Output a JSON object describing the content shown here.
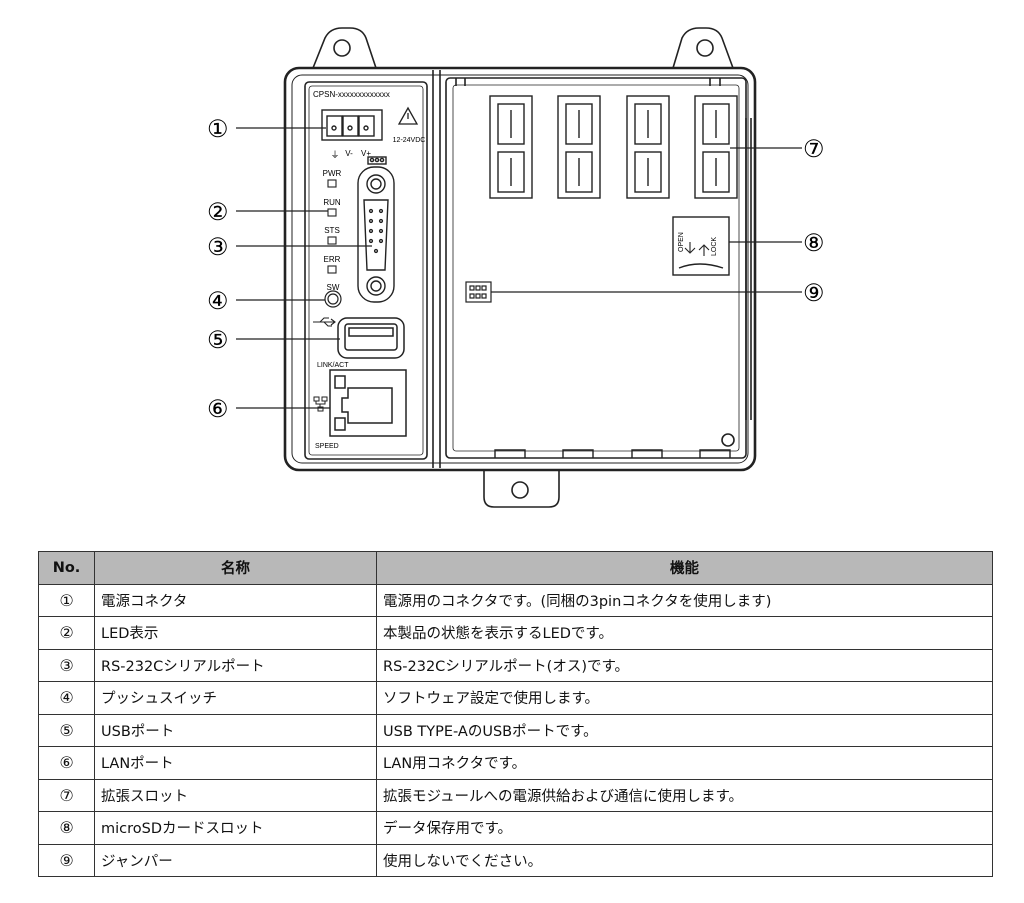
{
  "device": {
    "model_label": "CPSN-xxxxxxxxxxxxx",
    "voltage_label": "12-24VDC",
    "terminal_labels": {
      "gnd": "⏚",
      "vminus": "V-",
      "vplus": "V+"
    },
    "led_labels": {
      "pwr": "PWR",
      "run": "RUN",
      "sts": "STS",
      "err": "ERR"
    },
    "switch_label": "SW",
    "link_label": "LINK/ACT",
    "speed_label": "SPEED",
    "sd_open": "OPEN",
    "sd_lock": "LOCK"
  },
  "callouts": [
    "①",
    "②",
    "③",
    "④",
    "⑤",
    "⑥",
    "⑦",
    "⑧",
    "⑨"
  ],
  "table": {
    "headers": {
      "no": "No.",
      "name": "名称",
      "function": "機能"
    },
    "rows": [
      {
        "no": "①",
        "name": "電源コネクタ",
        "function": "電源用のコネクタです。(同梱の3pinコネクタを使用します)"
      },
      {
        "no": "②",
        "name": "LED表示",
        "function": "本製品の状態を表示するLEDです。"
      },
      {
        "no": "③",
        "name": "RS-232Cシリアルポート",
        "function": "RS-232Cシリアルポート(オス)です。"
      },
      {
        "no": "④",
        "name": "プッシュスイッチ",
        "function": "ソフトウェア設定で使用します。"
      },
      {
        "no": "⑤",
        "name": "USBポート",
        "function": "USB TYPE-AのUSBポートです。"
      },
      {
        "no": "⑥",
        "name": "LANポート",
        "function": "LAN用コネクタです。"
      },
      {
        "no": "⑦",
        "name": "拡張スロット",
        "function": "拡張モジュールへの電源供給および通信に使用します。"
      },
      {
        "no": "⑧",
        "name": "microSDカードスロット",
        "function": "データ保存用です。"
      },
      {
        "no": "⑨",
        "name": "ジャンパー",
        "function": "使用しないでください。"
      }
    ]
  }
}
